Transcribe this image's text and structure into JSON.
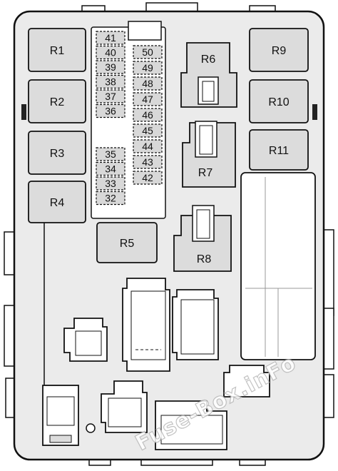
{
  "relays": {
    "r1": "R1",
    "r2": "R2",
    "r3": "R3",
    "r4": "R4",
    "r5": "R5",
    "r6": "R6",
    "r7": "R7",
    "r8": "R8",
    "r9": "R9",
    "r10": "R10",
    "r11": "R11"
  },
  "fuses": {
    "left_top": [
      "41",
      "40",
      "39",
      "38",
      "37",
      "36"
    ],
    "left_bottom": [
      "35",
      "34",
      "33",
      "32"
    ],
    "right": [
      "50",
      "49",
      "48",
      "47",
      "46",
      "45",
      "44",
      "43",
      "42"
    ]
  },
  "watermark": "Fuse-Box.inFo",
  "colors": {
    "housing_fill": "#ebebeb",
    "module_fill": "#ffffff",
    "relay_fill": "#dcdcdc",
    "fuse_fill": "#d8d8d8",
    "outline": "#111111"
  }
}
